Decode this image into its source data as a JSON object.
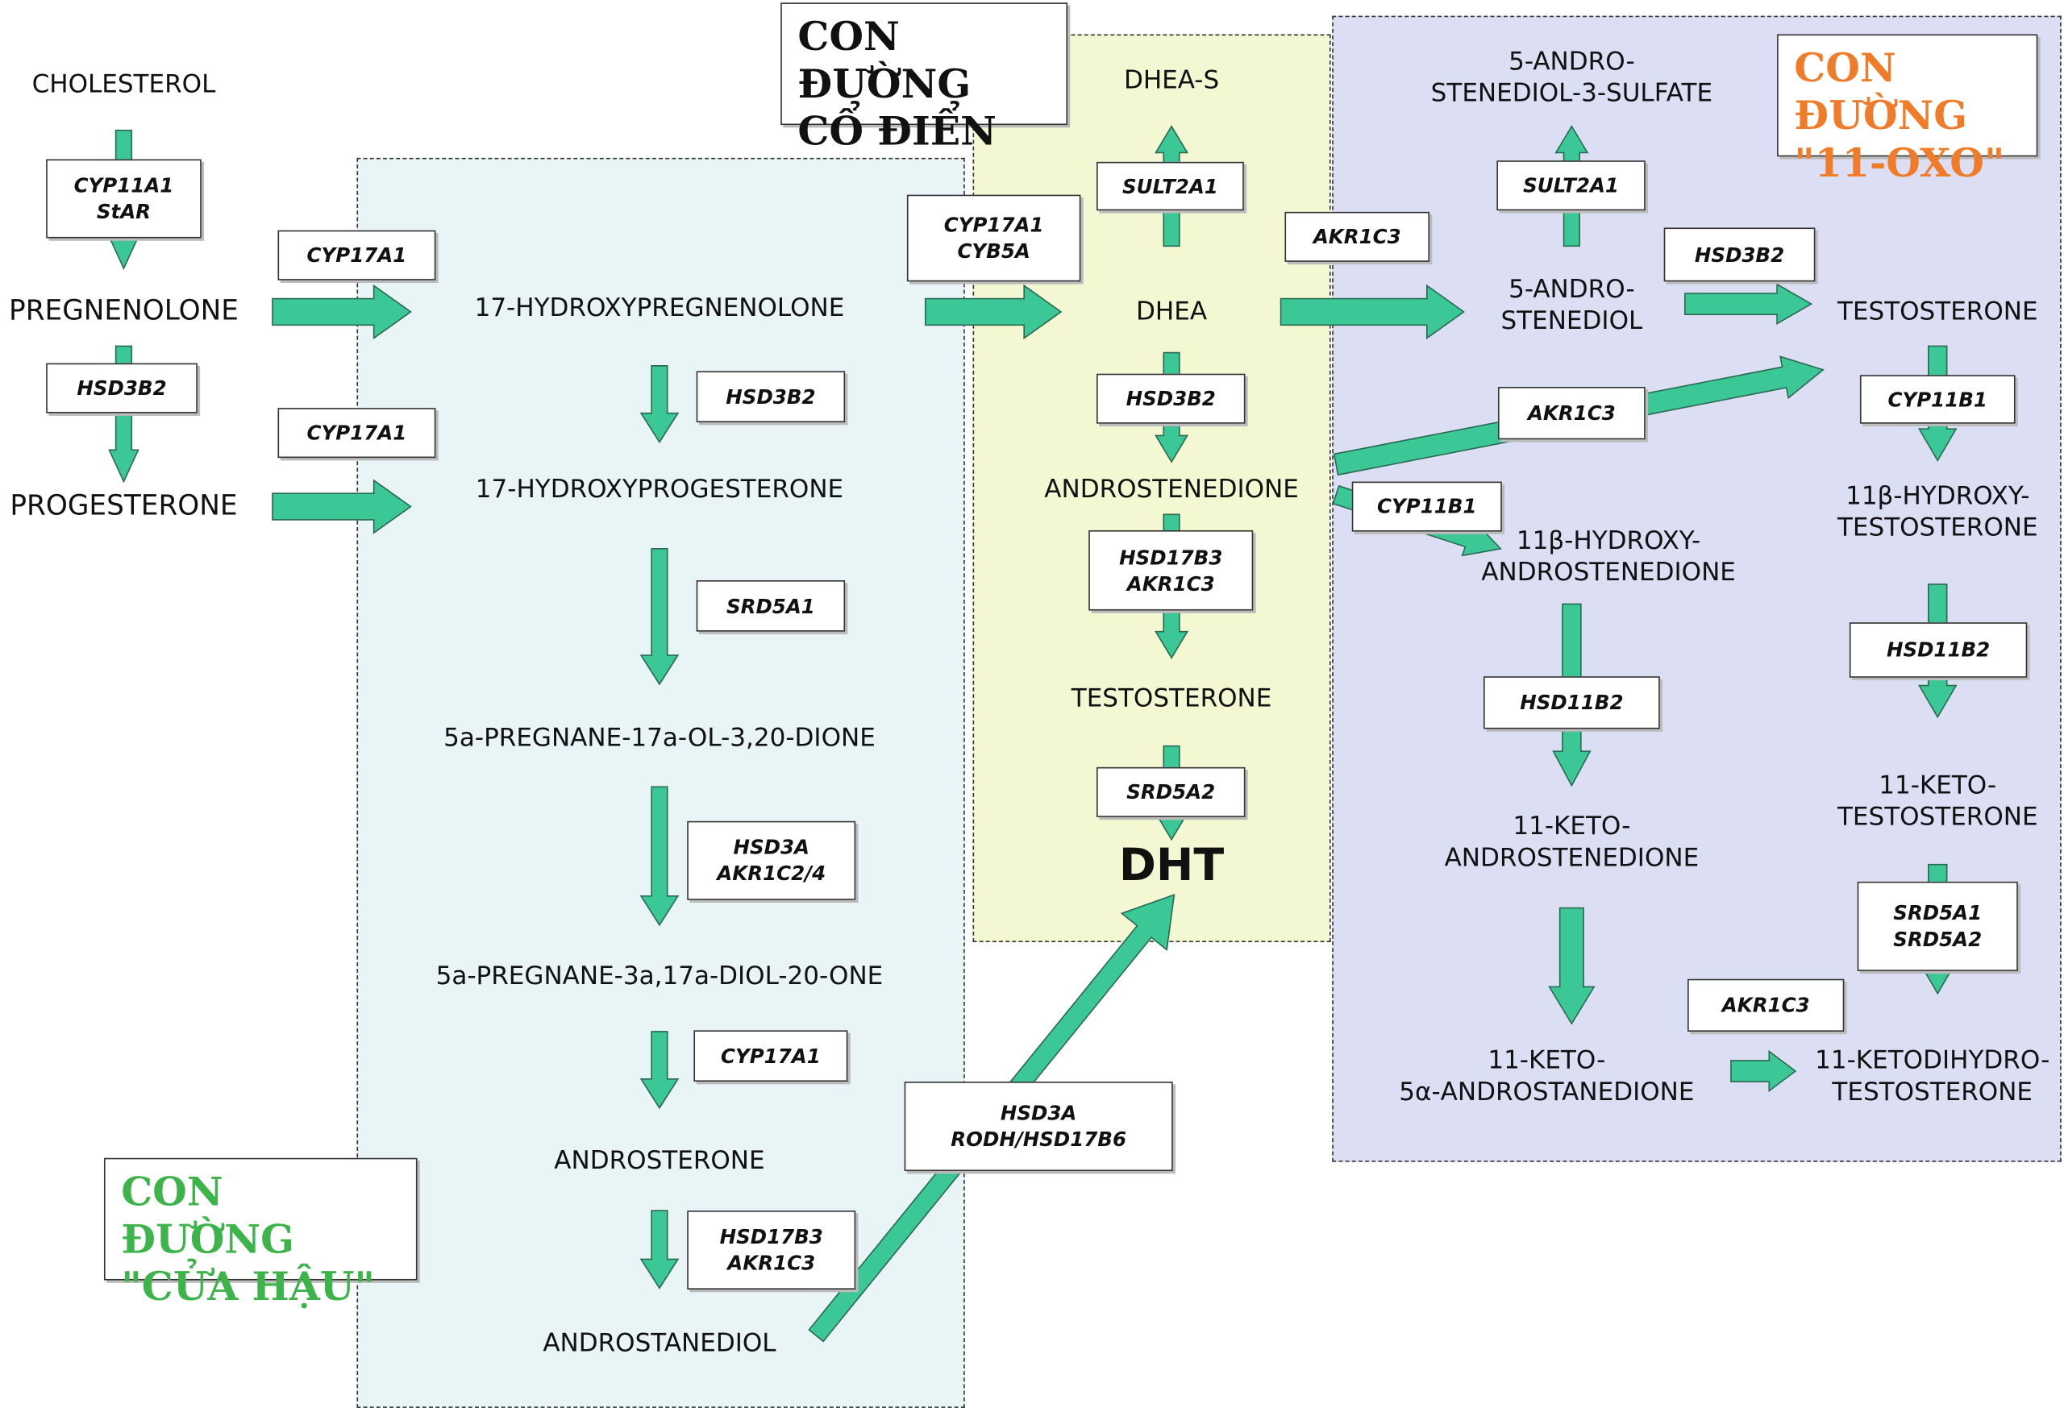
{
  "colors": {
    "arrow": "#3cc896",
    "arrow_outline": "#2a6a52",
    "backdoor_bg": "#e8f4f6",
    "classic_bg": "#f3f7d2",
    "oxo_bg": "#dcdff4",
    "title_classic": "#111111",
    "title_oxo": "#f07c2a",
    "title_backdoor": "#3cb44a"
  },
  "titles": {
    "classic": [
      "CON ĐƯỜNG",
      "CỔ ĐIỂN"
    ],
    "oxo": [
      "CON ĐƯỜNG",
      "\"11-OXO\""
    ],
    "backdoor": [
      "CON ĐƯỜNG",
      "\"CỬA HẬU\""
    ]
  },
  "metabolites": {
    "cholesterol": [
      "CHOLESTEROL"
    ],
    "pregnenolone": [
      "PREGNENOLONE"
    ],
    "progesterone": [
      "PROGESTERONE"
    ],
    "hydroxypregnenolone": [
      "17-HYDROXYPREGNENOLONE"
    ],
    "hydroxyprogesterone": [
      "17-HYDROXYPROGESTERONE"
    ],
    "pregnane_dione": [
      "5a-PREGNANE-17a-OL-3,20-DIONE"
    ],
    "pregnane_diol": [
      "5a-PREGNANE-3a,17a-DIOL-20-ONE"
    ],
    "androsterone": [
      "ANDROSTERONE"
    ],
    "androstanediol": [
      "ANDROSTANEDIOL"
    ],
    "dhea_s": [
      "DHEA-S"
    ],
    "dhea": [
      "DHEA"
    ],
    "androstenedione": [
      "ANDROSTENEDIONE"
    ],
    "testosterone_classic": [
      "TESTOSTERONE"
    ],
    "dht": [
      "DHT"
    ],
    "androstenediol_sulfate": [
      "5-ANDRO-",
      "STENEDIOL-3-SULFATE"
    ],
    "androstenediol": [
      "5-ANDRO-",
      "STENEDIOL"
    ],
    "testosterone_oxo": [
      "TESTOSTERONE"
    ],
    "hydroxy_androstenedione": [
      "11β-HYDROXY-",
      "ANDROSTENEDIONE"
    ],
    "hydroxy_testosterone": [
      "11β-HYDROXY-",
      "TESTOSTERONE"
    ],
    "keto_androstenedione": [
      "11-KETO-",
      "ANDROSTENEDIONE"
    ],
    "keto_testosterone": [
      "11-KETO-",
      "TESTOSTERONE"
    ],
    "keto_androstanedione": [
      "11-KETO-",
      "5α-ANDROSTANEDIONE"
    ],
    "ketodihydrotestosterone": [
      "11-KETODIHYDRO-",
      "TESTOSTERONE"
    ]
  },
  "enzymes": {
    "cyp11a1_star": [
      "CYP11A1",
      "StAR"
    ],
    "hsd3b2_left": [
      "HSD3B2"
    ],
    "cyp17a1_preg": [
      "CYP17A1"
    ],
    "cyp17a1_prog": [
      "CYP17A1"
    ],
    "hsd3b2_backdoor": [
      "HSD3B2"
    ],
    "srd5a1_backdoor": [
      "SRD5A1"
    ],
    "hsd3a_akr1c24": [
      "HSD3A",
      "AKR1C2/4"
    ],
    "cyp17a1_backdoor": [
      "CYP17A1"
    ],
    "hsd17b3_akr1c3_backdoor": [
      "HSD17B3",
      "AKR1C3"
    ],
    "hsd3a_rodh": [
      "HSD3A",
      "RODH/HSD17B6"
    ],
    "cyp17a1_cyb5a": [
      "CYP17A1",
      "CYB5A"
    ],
    "sult2a1_classic": [
      "SULT2A1"
    ],
    "hsd3b2_classic": [
      "HSD3B2"
    ],
    "hsd17b3_akr1c3_classic": [
      "HSD17B3",
      "AKR1C3"
    ],
    "srd5a2_classic": [
      "SRD5A2"
    ],
    "akr1c3_dhea": [
      "AKR1C3"
    ],
    "sult2a1_oxo": [
      "SULT2A1"
    ],
    "hsd3b2_oxo": [
      "HSD3B2"
    ],
    "akr1c3_diag": [
      "AKR1C3"
    ],
    "cyp11b1_a": [
      "CYP11B1"
    ],
    "cyp11b1_b": [
      "CYP11B1"
    ],
    "hsd11b2_a": [
      "HSD11B2"
    ],
    "hsd11b2_b": [
      "HSD11B2"
    ],
    "srd5a1_srd5a2": [
      "SRD5A1",
      "SRD5A2"
    ],
    "akr1c3_oxo": [
      "AKR1C3"
    ]
  }
}
